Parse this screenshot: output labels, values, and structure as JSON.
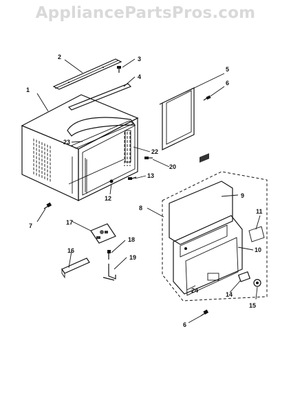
{
  "watermark": "AppliancePartsPros.com",
  "callouts": [
    "1",
    "2",
    "3",
    "4",
    "5",
    "6",
    "7",
    "8",
    "9",
    "10",
    "11",
    "12",
    "13",
    "14",
    "15",
    "16",
    "17",
    "18",
    "19",
    "20",
    "22",
    "23",
    "24",
    "6"
  ]
}
